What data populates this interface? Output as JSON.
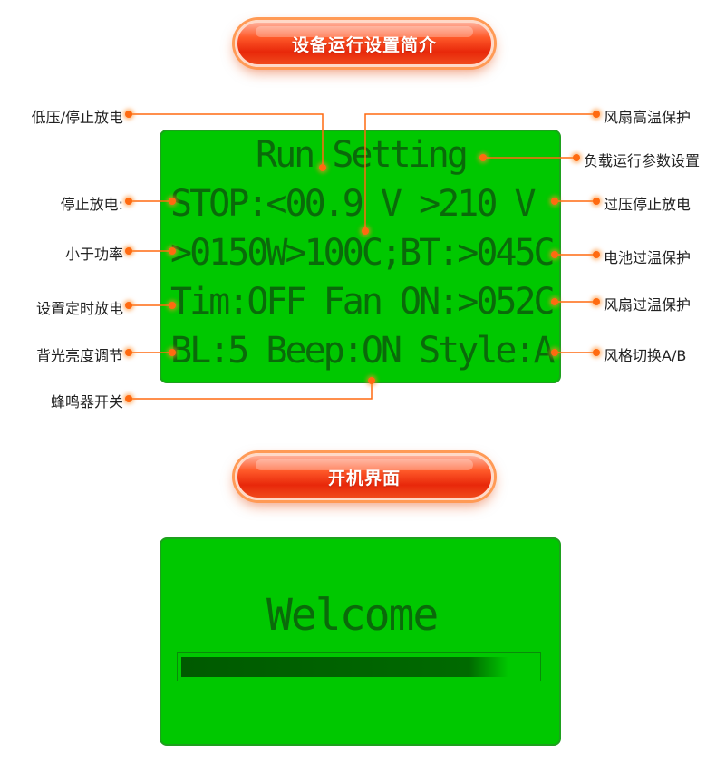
{
  "sections": {
    "settings_title": "设备运行设置简介",
    "boot_title": "开机界面"
  },
  "lcd1": {
    "lines": [
      "Run Setting",
      "STOP:<00.9 V >210 V",
      ">0150W>100C;BT:>045C",
      "Tim:OFF Fan ON:>052C",
      "BL:5 Beep:ON Style:A"
    ]
  },
  "lcd2": {
    "welcome": "Welcome",
    "progress": 0.92
  },
  "annotations": {
    "left": [
      "低压/停止放电",
      "停止放电:",
      "小于功率",
      "设置定时放电",
      "背光亮度调节",
      "蜂鸣器开关"
    ],
    "right": [
      "风扇高温保护",
      "负载运行参数设置",
      "过压停止放电",
      "电池过温保护",
      "风扇过温保护",
      "风格切换A/B"
    ]
  },
  "colors": {
    "lcd_bg": "#00c800",
    "lcd_text": "#0a6a0a",
    "accent": "#ff6a10",
    "pill": "#e8280a"
  }
}
